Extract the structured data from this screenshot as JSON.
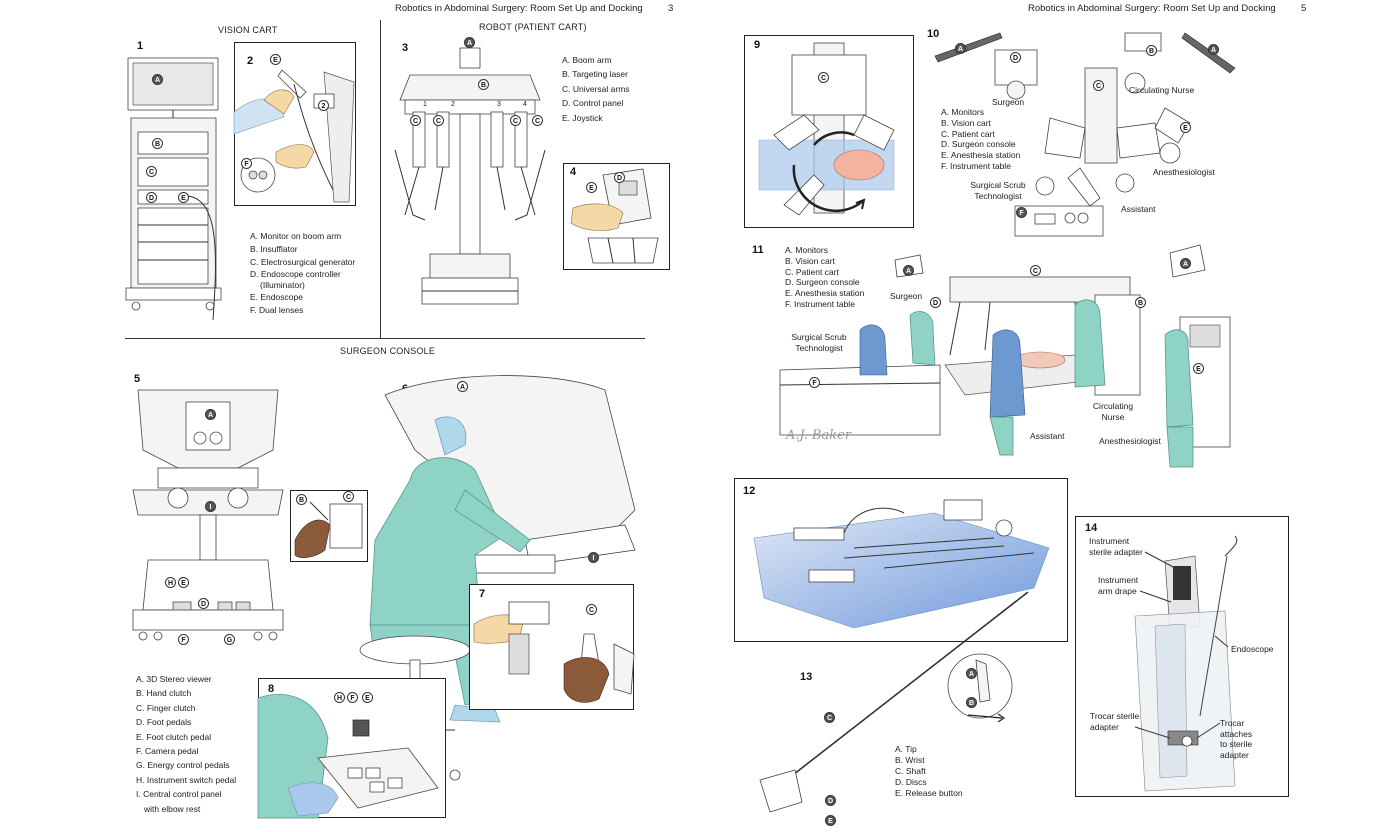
{
  "header_left": {
    "title": "Robotics in Abdominal Surgery: Room Set Up and Docking",
    "page": "3"
  },
  "header_right": {
    "title": "Robotics in Abdominal Surgery: Room Set Up and Docking",
    "page": "5"
  },
  "sections": {
    "vision_cart": "VISION CART",
    "robot": "ROBOT (PATIENT CART)",
    "surgeon_console": "SURGEON CONSOLE"
  },
  "figure_numbers": [
    "1",
    "2",
    "3",
    "4",
    "5",
    "6",
    "7",
    "8",
    "9",
    "10",
    "11",
    "12",
    "13",
    "14"
  ],
  "legend_fig1": [
    "A. Monitor on boom arm",
    "B. Insufflator",
    "C. Electrosurgical generator",
    "D. Endoscope controller",
    "(Illuminator)",
    "E. Endoscope",
    "F. Dual lenses"
  ],
  "legend_fig3": [
    "A. Boom arm",
    "B. Targeting laser",
    "C. Universal arms",
    "D. Control panel",
    "E. Joystick"
  ],
  "legend_fig5": [
    "A. 3D Stereo viewer",
    "B. Hand clutch",
    "C. Finger clutch",
    "D. Foot pedals",
    "E. Foot clutch pedal",
    "F. Camera pedal",
    "G. Energy control pedals",
    "H. Instrument switch pedal",
    "I. Central control panel",
    "with elbow rest"
  ],
  "legend_fig10": [
    "A. Monitors",
    "B. Vision cart",
    "C. Patient cart",
    "D. Surgeon console",
    "E. Anesthesia station",
    "F. Instrument table"
  ],
  "legend_fig11": [
    "A. Monitors",
    "B. Vision cart",
    "C. Patient cart",
    "D. Surgeon console",
    "E. Anesthesia station",
    "F. Instrument table"
  ],
  "legend_fig13": [
    "A. Tip",
    "B. Wrist",
    "C. Shaft",
    "D. Discs",
    "E. Release button"
  ],
  "fig10_labels": {
    "surgeon": "Surgeon",
    "circulating_nurse": "Circulating Nurse",
    "anesthesiologist": "Anesthesiologist",
    "scrub_tech_1": "Surgical Scrub",
    "scrub_tech_2": "Technologist",
    "assistant": "Assistant"
  },
  "fig11_labels": {
    "surgeon": "Surgeon",
    "scrub_tech_1": "Surgical Scrub",
    "scrub_tech_2": "Technologist",
    "circulating_1": "Circulating",
    "circulating_2": "Nurse",
    "assistant": "Assistant",
    "anesthesiologist": "Anesthesiologist"
  },
  "fig14_labels": {
    "sterile_adapter_1": "Instrument",
    "sterile_adapter_2": "sterile adapter",
    "arm_drape_1": "Instrument",
    "arm_drape_2": "arm drape",
    "endoscope": "Endoscope",
    "trocar_adapter_1": "Trocar sterile",
    "trocar_adapter_2": "adapter",
    "trocar_attaches_1": "Trocar",
    "trocar_attaches_2": "attaches",
    "trocar_attaches_3": "to sterile",
    "trocar_attaches_4": "adapter"
  },
  "signature": "A.J. Baker",
  "callouts": {
    "a": "A",
    "b": "B",
    "c": "C",
    "d": "D",
    "e": "E",
    "f": "F",
    "g": "G",
    "h": "H",
    "i": "I",
    "n1": "1",
    "n2": "2",
    "n3": "3",
    "n4": "4"
  }
}
